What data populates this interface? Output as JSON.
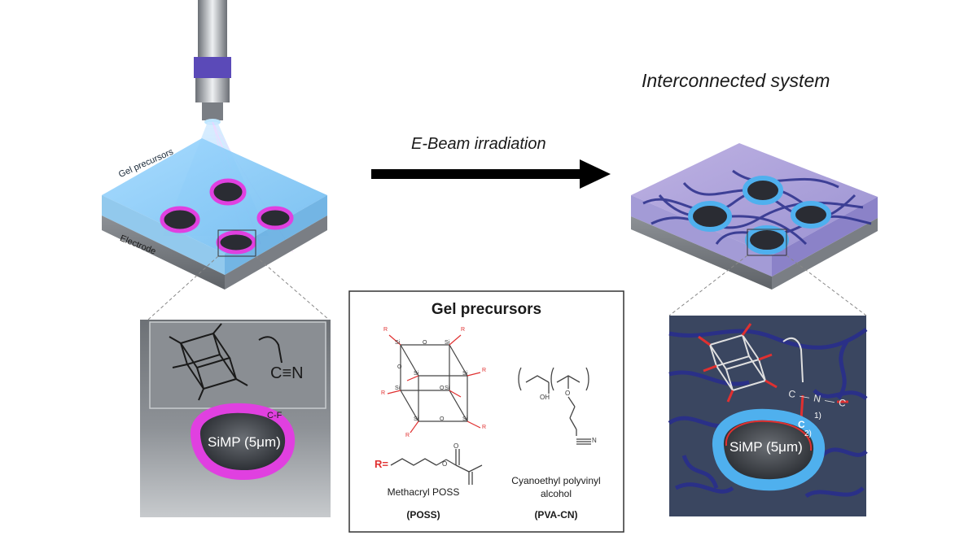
{
  "labels": {
    "interconnected_title": "Interconnected system",
    "arrow_label": "E-Beam irradiation",
    "gel_precursors_top": "Gel precursors",
    "electrode": "Electrode",
    "simp_left": "SiMP (5μm)",
    "cf": "C-F",
    "nitrile": "C≡N",
    "simp_right": "SiMP (5μm)",
    "bond_1": "1)",
    "bond_2": "2)",
    "c_atom": "C",
    "c_n_c": "C — N — C"
  },
  "precursors_panel": {
    "title": "Gel precursors",
    "r_label": "R=",
    "si": "Si",
    "o": "O",
    "r": "R",
    "oh": "OH",
    "n": "N",
    "poss_name": "Methacryl POSS",
    "poss_abbr": "(POSS)",
    "pva_name_line1": "Cyanoethyl polyvinyl",
    "pva_name_line2": "alcohol",
    "pva_abbr": "(PVA-CN)"
  },
  "colors": {
    "magenta": "#e040e0",
    "cyan_shell": "#4fb0ee",
    "fiber": "#2a2f8a",
    "red_bond": "#e03030"
  }
}
